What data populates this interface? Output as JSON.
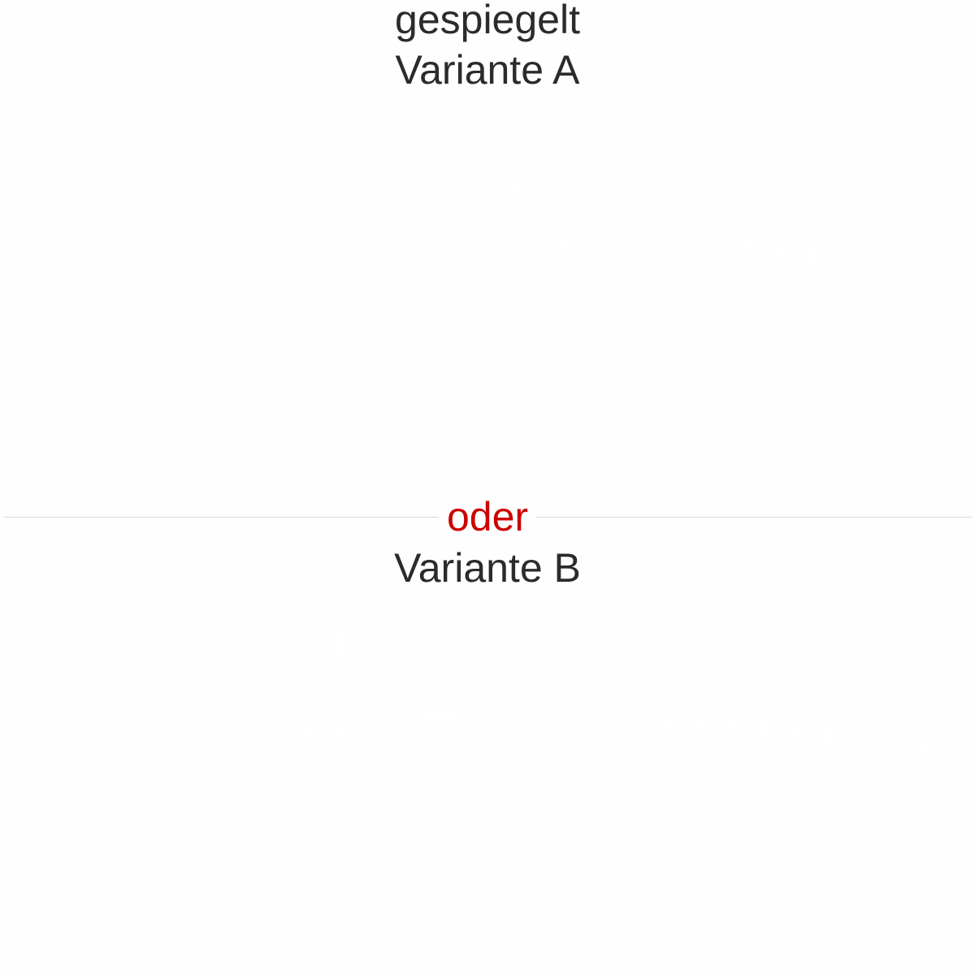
{
  "headings": {
    "mirrored": "gespiegelt",
    "variant_a": "Variante A",
    "separator": "oder",
    "variant_b": "Variante B"
  },
  "colors": {
    "text": "#2b2b2b",
    "separator_text": "#cc0000",
    "divider": "#d8d8d8",
    "background": "#fefefe",
    "watermark": "#ffffff"
  },
  "watermarks": [
    {
      "name": "city-skyline-silhouette-mirrored"
    },
    {
      "name": "city-skyline-silhouette"
    }
  ]
}
